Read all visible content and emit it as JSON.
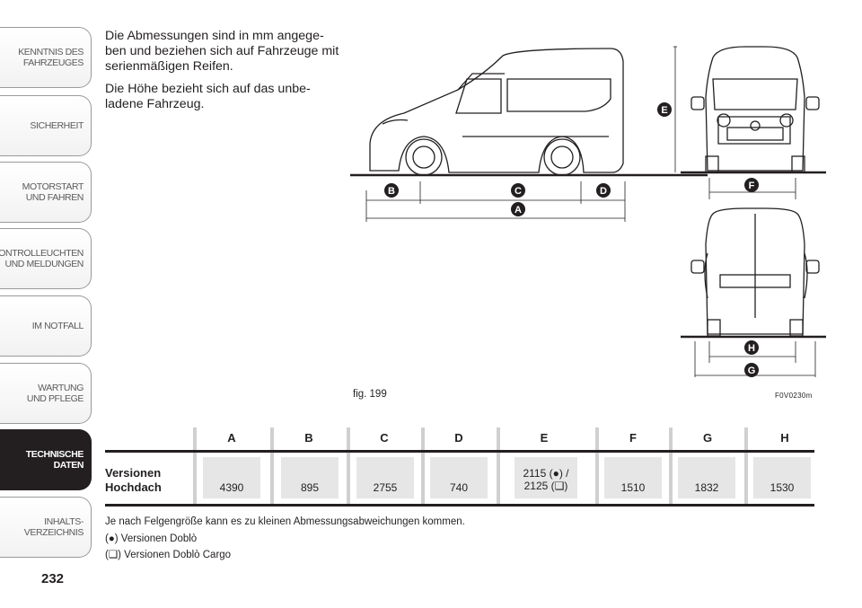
{
  "tabs": [
    "KENNTNIS DES\nFAHRZEUGES",
    "SICHERHEIT",
    "MOTORSTART\nUND FAHREN",
    "KONTROLLEUCHTEN\nUND MELDUNGEN",
    "IM NOTFALL",
    "WARTUNG\nUND PFLEGE",
    "TECHNISCHE\nDATEN",
    "INHALTS-\nVERZEICHNIS"
  ],
  "page_number": "232",
  "intro": [
    "Die Abmessungen sind in mm angege-ben und beziehen sich auf Fahrzeuge mit serienmäßigen Reifen.",
    "Die Höhe bezieht sich auf das unbe-ladene Fahrzeug."
  ],
  "figure": {
    "caption": "fig. 199",
    "code": "F0V0230m",
    "dimension_letters": [
      "A",
      "B",
      "C",
      "D",
      "E",
      "F",
      "G",
      "H"
    ]
  },
  "table": {
    "columns": [
      "A",
      "B",
      "C",
      "D",
      "E",
      "F",
      "G",
      "H"
    ],
    "row_label": "Versionen\nHochdach",
    "values": [
      "4390",
      "895",
      "2755",
      "740",
      "2115 (●) /\n2125 (❑)",
      "1510",
      "1832",
      "1530"
    ]
  },
  "notes": [
    "Je nach Felgengröße kann es zu kleinen Abmessungsabweichungen kommen.",
    "(●) Versionen Doblò",
    "(❑) Versionen Doblò Cargo"
  ]
}
